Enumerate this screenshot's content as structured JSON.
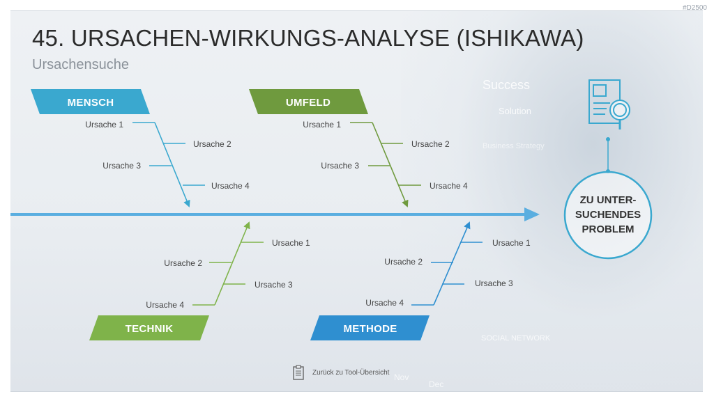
{
  "slide_id": "#D2500",
  "title": "45. URSACHEN-WIRKUNGS-ANALYSE (ISHIKAWA)",
  "subtitle": "Ursachensuche",
  "background_words": [
    "Success",
    "Solution",
    "Business Strategy",
    "SOCIAL NETWORK",
    "Nov",
    "Dec"
  ],
  "categories": {
    "mensch": {
      "label": "MENSCH",
      "color": "#3aa8cf",
      "causes": [
        "Ursache 1",
        "Ursache 2",
        "Ursache 3",
        "Ursache 4"
      ]
    },
    "umfeld": {
      "label": "UMFELD",
      "color": "#6f9a3e",
      "causes": [
        "Ursache 1",
        "Ursache 2",
        "Ursache 3",
        "Ursache 4"
      ]
    },
    "technik": {
      "label": "TECHNIK",
      "color": "#7fb34a",
      "causes": [
        "Ursache 1",
        "Ursache 2",
        "Ursache 3",
        "Ursache 4"
      ]
    },
    "methode": {
      "label": "METHODE",
      "color": "#2f8fd0",
      "causes": [
        "Ursache 1",
        "Ursache 2",
        "Ursache 3",
        "Ursache 4"
      ]
    }
  },
  "problem": {
    "line1": "ZU UNTER-",
    "line2": "SUCHENDES",
    "line3": "PROBLEM",
    "color": "#3aa8cf"
  },
  "spine_color": "#5aaee0",
  "footer": {
    "text": "Zurück zu  Tool-Übersicht",
    "icon": "clipboard-icon"
  }
}
